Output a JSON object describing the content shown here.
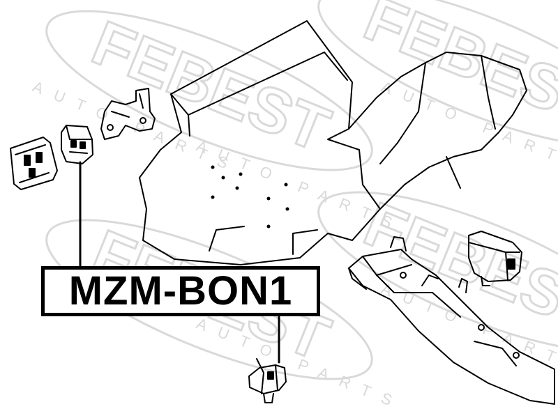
{
  "part_number": "MZM-BON1",
  "watermark": {
    "brand": "FEBEST",
    "tagline": "AUTO PARTS"
  },
  "colors": {
    "ink": "#000000",
    "watermark": "#d9d9d9",
    "background": "#ffffff"
  },
  "icons": [
    "engine-outline",
    "engine-mount-left",
    "mount-bracket",
    "engine-mount-bottom",
    "subframe",
    "engine-mount-right"
  ]
}
